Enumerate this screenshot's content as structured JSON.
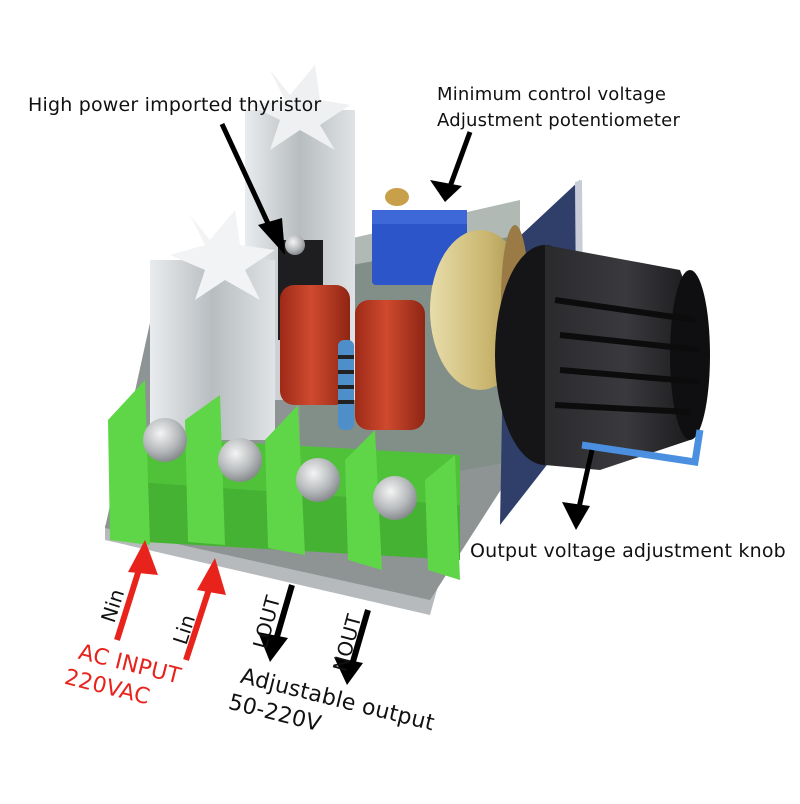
{
  "image": {
    "subject": "SCR voltage regulator / motor speed controller module",
    "background": "#ffffff"
  },
  "labels": {
    "thyristor": "High power imported thyristor",
    "potentiometer_line1": "Minimum control voltage",
    "potentiometer_line2": "Adjustment potentiometer",
    "knob": "Output voltage adjustment knob",
    "nin": "Nin",
    "lin": "Lin",
    "lout": "LOUT",
    "nout": "NOUT",
    "ac_input_line1": "AC INPUT",
    "ac_input_line2": "220VAC",
    "output_line1": "Adjustable output",
    "output_line2": "50-220V"
  },
  "colors": {
    "terminal_green": "#4fc23a",
    "terminal_dark": "#3a9a2a",
    "capacitor_red": "#b8321c",
    "trimmer_blue": "#2b55c8",
    "knob_black": "#1c1c1e",
    "knob_blue_ring": "#4a8fe0",
    "heatsink": "#c9cdd0",
    "pcb_silver": "#a9acae",
    "pot_gold": "#cdbb7a",
    "input_arrow": "#e8231c",
    "output_arrow": "#000000"
  }
}
